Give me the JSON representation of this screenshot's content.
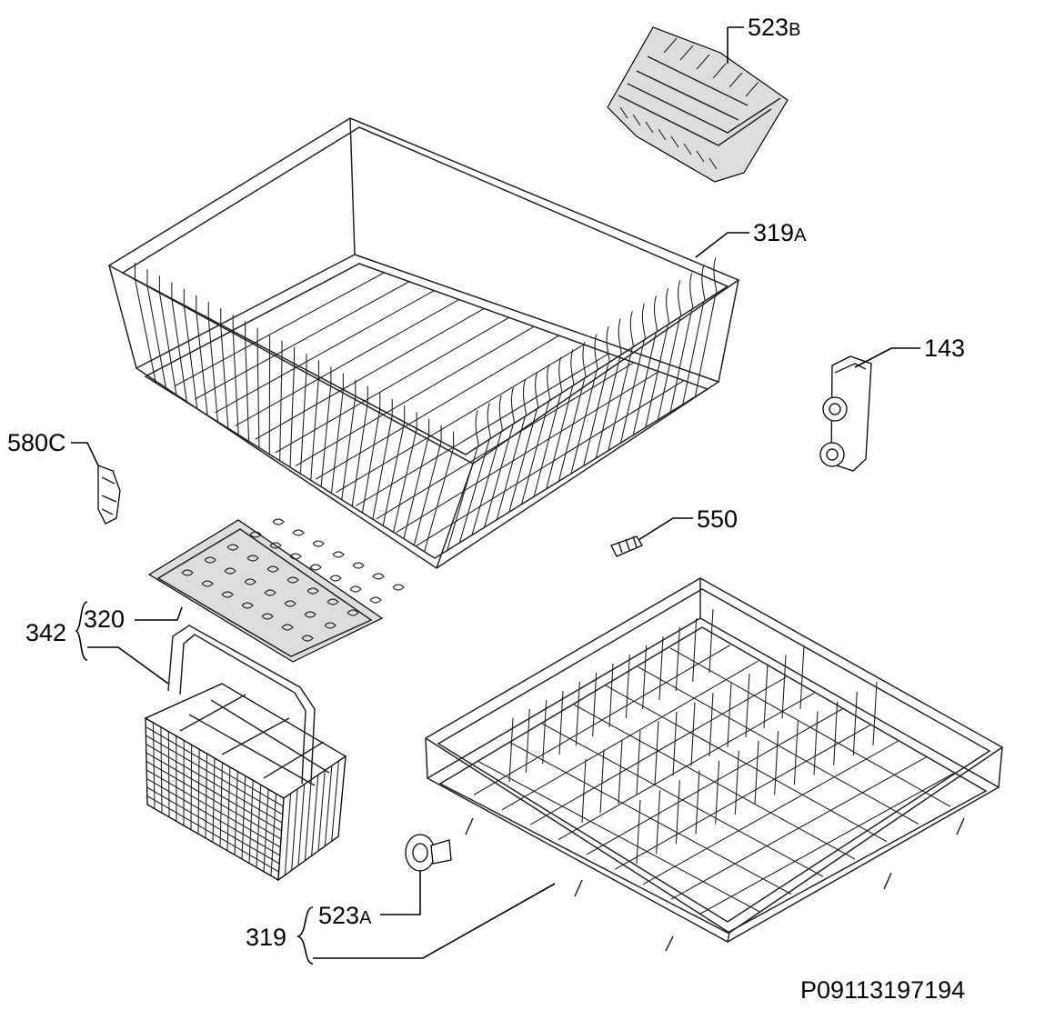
{
  "drawing_id": "P09113197194",
  "labels": {
    "upper_rack": {
      "num": "319",
      "suffix": "A"
    },
    "wheel_lower": {
      "num": "523",
      "suffix": "A"
    },
    "cup_rack": {
      "num": "523",
      "suffix": "B"
    },
    "rail_stop": "143",
    "pin": "550",
    "clip": "580C",
    "basket_lid": "320",
    "basket_assembly": "342",
    "lower_rack": "319"
  }
}
